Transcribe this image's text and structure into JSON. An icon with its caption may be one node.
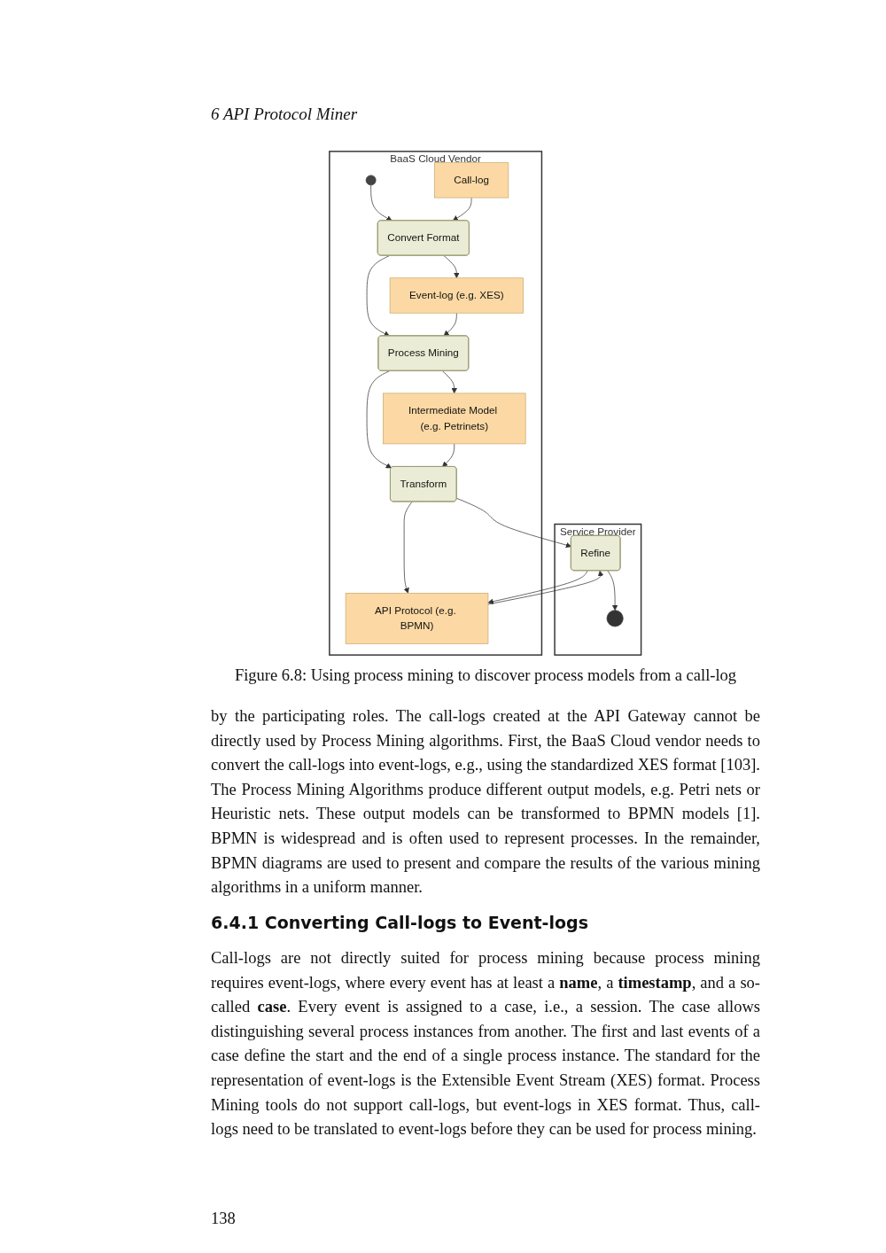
{
  "diagram": {
    "caption": "Figure 6.8: Using process mining to discover process models from a call-log",
    "nodes": [
      {
        "text": [
          "Service Provider"
        ]
      },
      {
        "text": [
          "Refine"
        ],
        "in": 0
      },
      {
        "text": [],
        "shape": "circle",
        "in": 0
      },
      {
        "text": [
          "BaaS Cloud Vendor"
        ]
      },
      {
        "text": [],
        "shape": "circle",
        "in": 3
      },
      {
        "text": [
          "Convert Format"
        ],
        "in": 3
      },
      {
        "text": [
          "Process Mining"
        ],
        "in": 3
      },
      {
        "text": [
          "Transform"
        ],
        "in": 3
      },
      {
        "text": [
          "Call-log"
        ],
        "in": 3
      },
      {
        "text": [
          "Event-log (e.g. XES)"
        ],
        "in": 3
      },
      {
        "text": [
          "Intermediate Model (e.g. Petrinets)"
        ],
        "in": 3
      },
      {
        "text": [
          "API Protocol (e.g. BPMN)"
        ],
        "in": 3
      }
    ],
    "edges": [
      {
        "from": 4,
        "to": 5,
        "arrow": "to"
      },
      {
        "from": 5,
        "to": 6,
        "arrow": "to"
      },
      {
        "from": 6,
        "to": 7,
        "arrow": "to"
      },
      {
        "from": 7,
        "to": 1,
        "arrow": "to"
      },
      {
        "from": 1,
        "to": 2,
        "arrow": "to"
      },
      {
        "from": 8,
        "to": 5,
        "arrow": "to"
      },
      {
        "from": 5,
        "to": 9,
        "arrow": "to"
      },
      {
        "from": 9,
        "to": 6,
        "arrow": "to"
      },
      {
        "from": 6,
        "to": 10,
        "arrow": "to"
      },
      {
        "from": 10,
        "to": 7,
        "arrow": "to"
      },
      {
        "from": 7,
        "to": 11,
        "arrow": "to"
      },
      {
        "from": 1,
        "to": 11,
        "arrow": "to"
      },
      {
        "from": 11,
        "to": 1,
        "arrow": "to"
      }
    ],
    "labels": [
      "6 API Protocol Miner",
      "by the participating roles. The call-logs created at the API Gateway cannot be directly used by Process Mining algorithms. First, the BaaS Cloud vendor needs to convert the call-logs into event-logs, e.g., using the standardized XES format [103]. The Process Mining Algorithms produce different output models, e.g. Petri nets or Heuristic nets. These output models can be transformed to BPMN models [1]. BPMN is widespread and is often used to represent processes. In the remainder, BPMN diagrams are used to present and compare the results of the various mining algorithms in a uniform manner.",
      "6.4.1 Converting Call-logs to Event-logs",
      "Call-logs are not directly suited for process mining because process mining requires event-logs, where every event has at least a **name**, a **timestamp**, and a so-called **case**. Every event is assigned to a case, i.e., a session. The case allows distinguishing several process instances from another. The first and last events of a case define the start and the end of a single process instance. The standard for the representation of event-logs is the Extensible Event Stream (XES) format. Process Mining tools do not support call-logs, but event-logs in XES format. Thus, call-logs need to be translated to event-logs before they can be used for process mining.",
      "138"
    ]
  }
}
